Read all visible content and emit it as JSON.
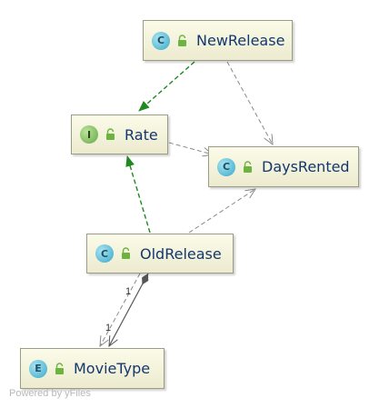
{
  "diagram": {
    "nodes": [
      {
        "id": "new-release",
        "kind": "C",
        "label": "NewRelease"
      },
      {
        "id": "rate",
        "kind": "I",
        "label": "Rate"
      },
      {
        "id": "days-rented",
        "kind": "C",
        "label": "DaysRented"
      },
      {
        "id": "old-release",
        "kind": "C",
        "label": "OldRelease"
      },
      {
        "id": "movie-type",
        "kind": "E",
        "label": "MovieType"
      }
    ],
    "edges": [
      {
        "from": "NewRelease",
        "to": "Rate",
        "type": "implements"
      },
      {
        "from": "NewRelease",
        "to": "DaysRented",
        "type": "dependency"
      },
      {
        "from": "Rate",
        "to": "DaysRented",
        "type": "dependency"
      },
      {
        "from": "OldRelease",
        "to": "Rate",
        "type": "implements"
      },
      {
        "from": "OldRelease",
        "to": "DaysRented",
        "type": "dependency"
      },
      {
        "from": "OldRelease",
        "to": "MovieType",
        "type": "dependency"
      },
      {
        "from": "OldRelease",
        "to": "MovieType",
        "type": "composition"
      }
    ],
    "multiplicity_source": "1",
    "multiplicity_target": "1"
  },
  "footer": {
    "watermark": "Powered by yFiles"
  },
  "colors": {
    "node_border": "#9c9c86",
    "node_fill_top": "#fbfbe9",
    "node_fill_bottom": "#ecebcf",
    "label_text": "#14376e",
    "implements_edge": "#1f8a1f",
    "dependency_edge": "#8a8a8a",
    "composition_edge": "#555555",
    "class_icon": "#39a8c9",
    "interface_icon": "#62a845"
  }
}
